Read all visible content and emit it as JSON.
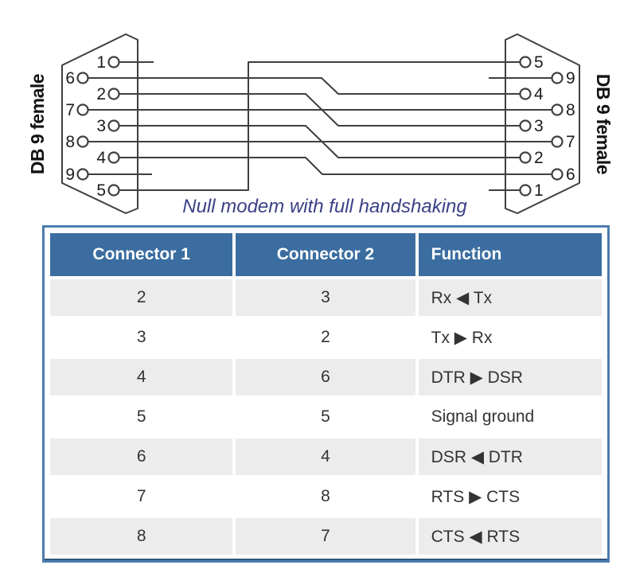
{
  "diagram": {
    "caption": "Null modem with full handshaking",
    "left_connector_label": "DB 9 female",
    "right_connector_label": "DB 9 female",
    "left_pins": [
      "1",
      "6",
      "2",
      "7",
      "3",
      "8",
      "4",
      "9",
      "5"
    ],
    "right_pins": [
      "5",
      "9",
      "4",
      "8",
      "3",
      "7",
      "2",
      "6",
      "1"
    ],
    "connections": [
      "2-3",
      "3-2",
      "4-6",
      "5-5",
      "6-4",
      "7-8",
      "8-7"
    ],
    "unconnected_pins": [
      "1",
      "9"
    ]
  },
  "table": {
    "headers": [
      "Connector 1",
      "Connector 2",
      "Function"
    ],
    "rows": [
      [
        "2",
        "3",
        "Rx ◀ Tx"
      ],
      [
        "3",
        "2",
        "Tx ▶ Rx"
      ],
      [
        "4",
        "6",
        "DTR ▶ DSR"
      ],
      [
        "5",
        "5",
        "Signal ground"
      ],
      [
        "6",
        "4",
        "DSR ◀ DTR"
      ],
      [
        "7",
        "8",
        "RTS ▶ CTS"
      ],
      [
        "8",
        "7",
        "CTS ◀ RTS"
      ]
    ]
  },
  "colors": {
    "wire": "#3f3f3f",
    "header_bg": "#3b6da0",
    "table_border": "#4d7cae",
    "table_border_dark": "#2f5478",
    "row_alt": "#ececec",
    "cell_text": "#333333",
    "caption": "#3b4185"
  }
}
